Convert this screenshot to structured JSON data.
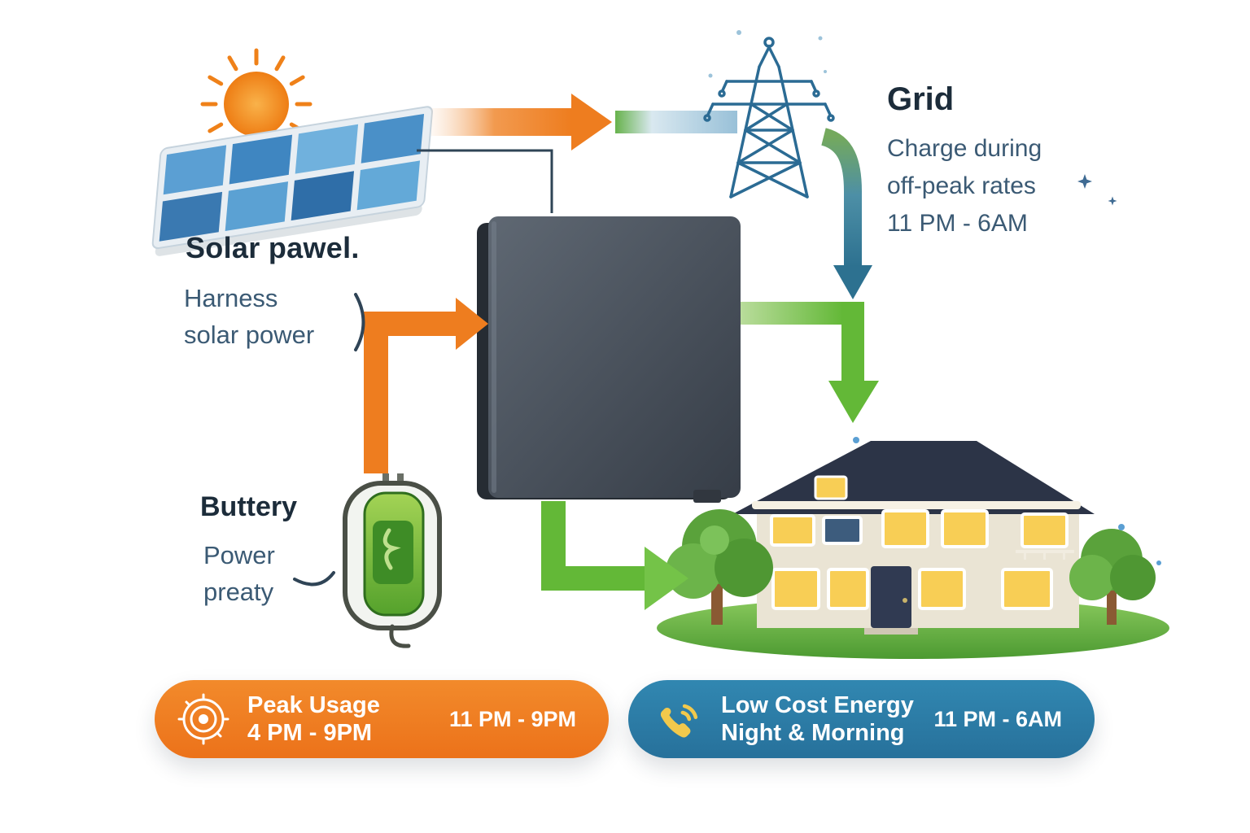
{
  "solar": {
    "title": "Solar pawel.",
    "line1": "Harness",
    "line2": "solar power"
  },
  "grid": {
    "title": "Grid",
    "line1": "Charge during",
    "line2": "off-peak rates",
    "line3": "11 PM - 6AM"
  },
  "battery": {
    "title": "Buttery",
    "line1": "Power",
    "line2": "preaty"
  },
  "badges": {
    "peak": {
      "title": "Peak Usage",
      "subtitle": "4 PM - 9PM",
      "time": "11 PM - 9PM",
      "color": "#ee7d1f"
    },
    "low_cost": {
      "title": "Low Cost Energy",
      "subtitle": "Night & Morning",
      "time": "11 PM - 6AM",
      "color": "#2d7ca6"
    }
  },
  "icons": {
    "sun": "sun-icon",
    "solar_panel": "solar-panel-icon",
    "transmission_tower": "transmission-tower-icon",
    "home_battery": "home-battery-icon",
    "wall_charger": "battery-charger-icon",
    "house": "house-icon",
    "radar_target": "radar-target-icon",
    "phone": "phone-icon"
  },
  "colors": {
    "accent_orange": "#ee7d1f",
    "accent_green": "#63b837",
    "badge_blue": "#2d7ca6",
    "steel_blue": "#2b6b94",
    "heading_text": "#1c2c3a",
    "body_text": "#3b5a74"
  }
}
